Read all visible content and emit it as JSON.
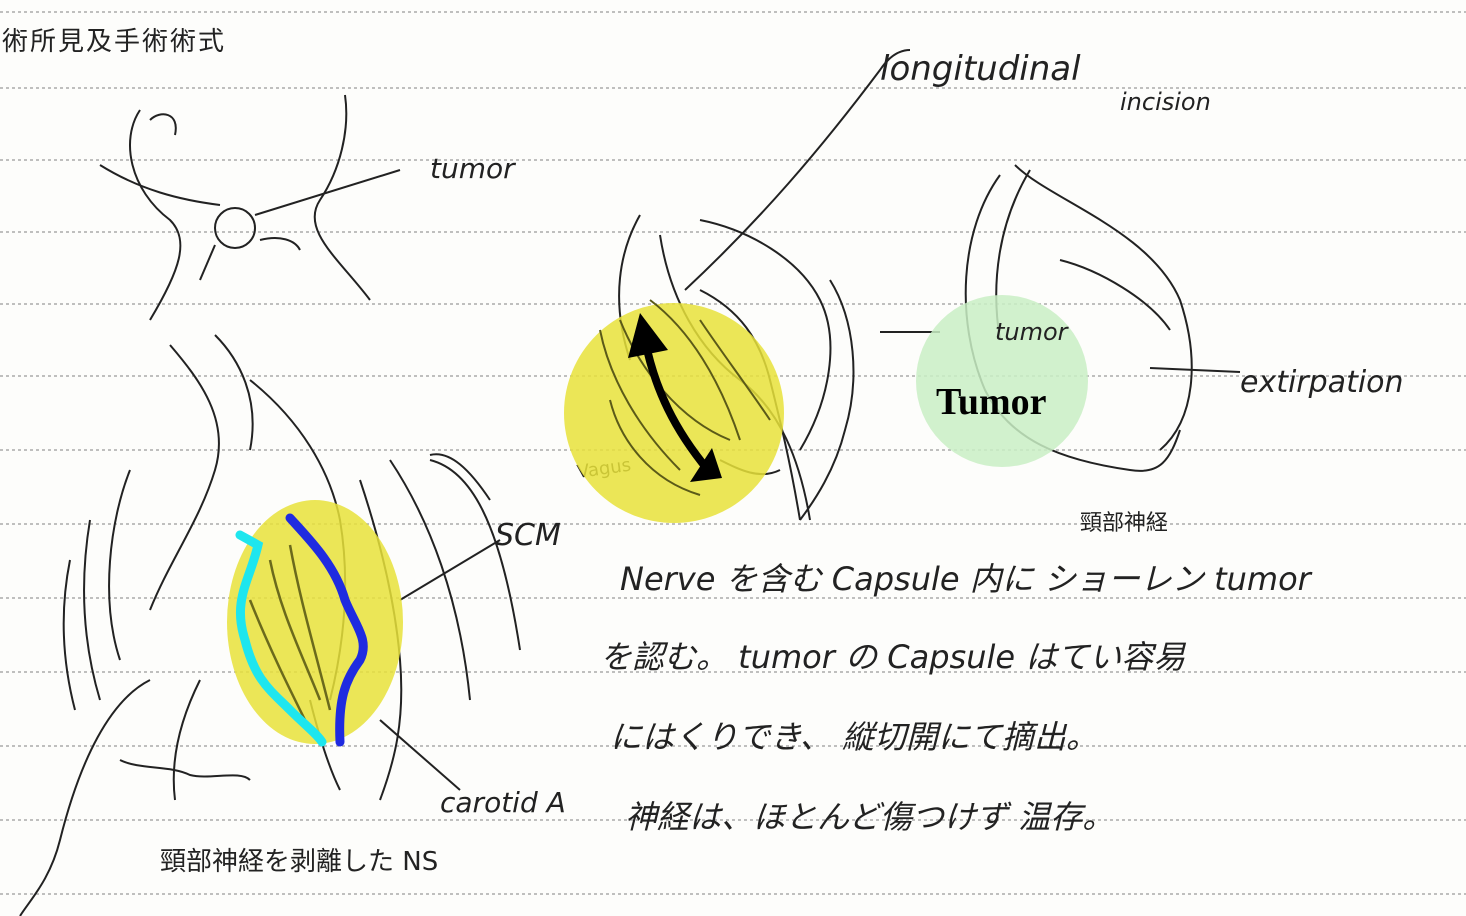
{
  "header": {
    "title": "術所見及手術術式"
  },
  "annotations": {
    "top_left_label": "tumor",
    "longitudinal_incision": "longitudinal",
    "incision_word": "incision",
    "tumor_label": "Tumor",
    "tumor_small": "tumor",
    "right_label": "extirpation",
    "scm_label": "SCM",
    "carotid_label": "carotid A",
    "top_center_note": "頸部神経",
    "bottom_note": "頸部神経を剥離した NS",
    "vagus_label": "Vagus"
  },
  "notes": {
    "line1": "Nerve を含む Capsule 内に ショーレン tumor",
    "line2": "を認む。 tumor の Capsule はてい容易",
    "line3": "にはくりでき、 縦切開にて摘出。",
    "line4": "神経は、ほとんど傷つけず 温存。"
  },
  "colors": {
    "highlight": "#e8e23a",
    "tumor_bg": "#c9eec4",
    "cyan_line": "#1ee6ee",
    "blue_line": "#1f2be0",
    "ruled_line": "#9a9a9a"
  }
}
